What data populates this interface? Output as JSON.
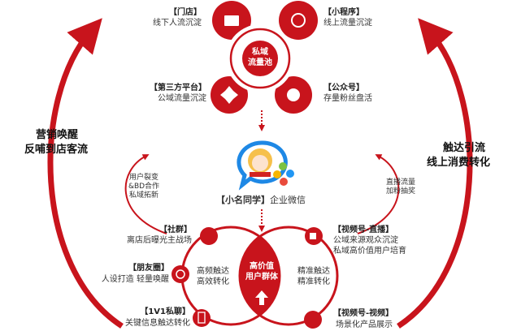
{
  "colors": {
    "accent": "#c8141c",
    "logo_blue": "#1e88e5"
  },
  "pool": {
    "title_line1": "私域",
    "title_line2": "流量池",
    "nodes": [
      {
        "title": "【门店】",
        "desc": "线下人流沉淀",
        "icon": "store-icon"
      },
      {
        "title": "【小程序】",
        "desc": "线上流量沉淀",
        "icon": "mini-program-icon"
      },
      {
        "title": "【第三方平台】",
        "desc": "公域流量沉淀",
        "icon": "platform-icon"
      },
      {
        "title": "【公众号】",
        "desc": "存量粉丝盘活",
        "icon": "official-account-icon"
      }
    ]
  },
  "center": {
    "caption_brand": "【小名同学】",
    "caption_rest": "企业微信",
    "icon": "wecom-mascot-logo"
  },
  "left_loop": {
    "line1": "营销唤醒",
    "line2": "反哺到店客流"
  },
  "right_loop": {
    "line1": "触达引流",
    "line2": "线上消费转化"
  },
  "left_small": [
    "用户裂变",
    "&BD合作",
    "私域拓新"
  ],
  "right_small": [
    "直播流量",
    "加粉抽奖"
  ],
  "venn": {
    "core_line1": "高价值",
    "core_line2": "用户群体",
    "left_inner": [
      "高频触达",
      "高效转化"
    ],
    "right_inner": [
      "精准触达",
      "精准转化"
    ],
    "left_nodes": [
      {
        "title": "【社群】",
        "desc": [
          "离店后曝光主战场"
        ],
        "icon": "community-icon"
      },
      {
        "title": "【朋友圈】",
        "desc": [
          "人设打造 轻量唤醒"
        ],
        "icon": "moments-icon"
      },
      {
        "title": "【1V1私聊】",
        "desc": [
          "关键信息触达转化"
        ],
        "icon": "phone-chat-icon"
      }
    ],
    "right_nodes": [
      {
        "title": "【视频号-直播】",
        "desc": [
          "公域来源观众沉淀",
          "私域高价值用户培育"
        ],
        "icon": "live-camera-icon"
      },
      {
        "title": "【视频号-视频】",
        "desc": [
          "场景化产品展示"
        ],
        "icon": "channels-video-icon"
      }
    ]
  }
}
